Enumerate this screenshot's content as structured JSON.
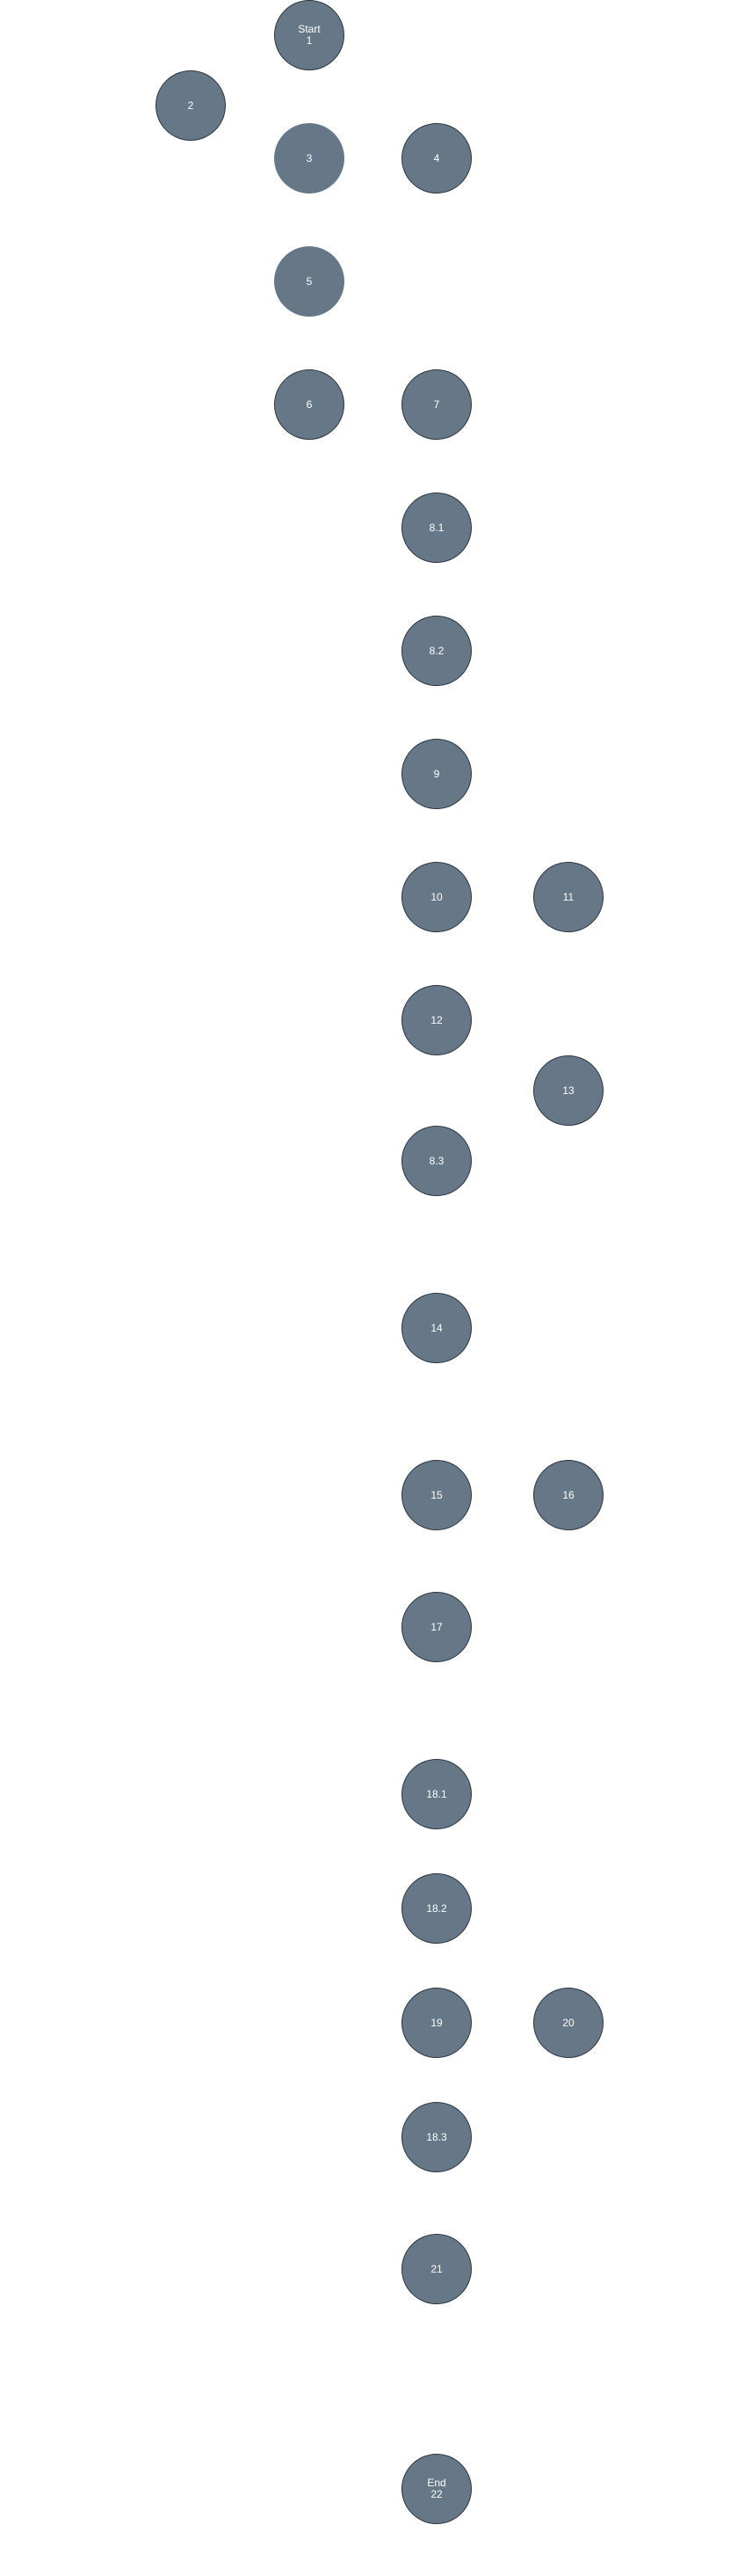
{
  "colors": {
    "node_fill": "#667788",
    "node_border": "#2d3640",
    "node_text": "#ffffff",
    "background": "#ffffff"
  },
  "nodes": [
    {
      "id": "1",
      "name": "node-start-1",
      "lines": [
        "Start",
        "1"
      ],
      "bordered": true
    },
    {
      "id": "2",
      "name": "node-2",
      "lines": [
        "2"
      ],
      "bordered": true
    },
    {
      "id": "3",
      "name": "node-3",
      "lines": [
        "3"
      ],
      "bordered": false
    },
    {
      "id": "4",
      "name": "node-4",
      "lines": [
        "4"
      ],
      "bordered": true
    },
    {
      "id": "5",
      "name": "node-5",
      "lines": [
        "5"
      ],
      "bordered": false
    },
    {
      "id": "6",
      "name": "node-6",
      "lines": [
        "6"
      ],
      "bordered": true
    },
    {
      "id": "7",
      "name": "node-7",
      "lines": [
        "7"
      ],
      "bordered": true
    },
    {
      "id": "8.1",
      "name": "node-8-1",
      "lines": [
        "8.1"
      ],
      "bordered": true
    },
    {
      "id": "8.2",
      "name": "node-8-2",
      "lines": [
        "8.2"
      ],
      "bordered": true
    },
    {
      "id": "9",
      "name": "node-9",
      "lines": [
        "9"
      ],
      "bordered": true
    },
    {
      "id": "10",
      "name": "node-10",
      "lines": [
        "10"
      ],
      "bordered": true
    },
    {
      "id": "11",
      "name": "node-11",
      "lines": [
        "11"
      ],
      "bordered": true
    },
    {
      "id": "12",
      "name": "node-12",
      "lines": [
        "12"
      ],
      "bordered": true
    },
    {
      "id": "13",
      "name": "node-13",
      "lines": [
        "13"
      ],
      "bordered": true
    },
    {
      "id": "8.3",
      "name": "node-8-3",
      "lines": [
        "8.3"
      ],
      "bordered": true
    },
    {
      "id": "14",
      "name": "node-14",
      "lines": [
        "14"
      ],
      "bordered": true
    },
    {
      "id": "15",
      "name": "node-15",
      "lines": [
        "15"
      ],
      "bordered": true
    },
    {
      "id": "16",
      "name": "node-16",
      "lines": [
        "16"
      ],
      "bordered": true
    },
    {
      "id": "17",
      "name": "node-17",
      "lines": [
        "17"
      ],
      "bordered": true
    },
    {
      "id": "18.1",
      "name": "node-18-1",
      "lines": [
        "18.1"
      ],
      "bordered": true
    },
    {
      "id": "18.2",
      "name": "node-18-2",
      "lines": [
        "18.2"
      ],
      "bordered": true
    },
    {
      "id": "19",
      "name": "node-19",
      "lines": [
        "19"
      ],
      "bordered": true
    },
    {
      "id": "20",
      "name": "node-20",
      "lines": [
        "20"
      ],
      "bordered": true
    },
    {
      "id": "18.3",
      "name": "node-18-3",
      "lines": [
        "18.3"
      ],
      "bordered": true
    },
    {
      "id": "21",
      "name": "node-21",
      "lines": [
        "21"
      ],
      "bordered": true
    },
    {
      "id": "22",
      "name": "node-end-22",
      "lines": [
        "End",
        "22"
      ],
      "bordered": true
    }
  ]
}
